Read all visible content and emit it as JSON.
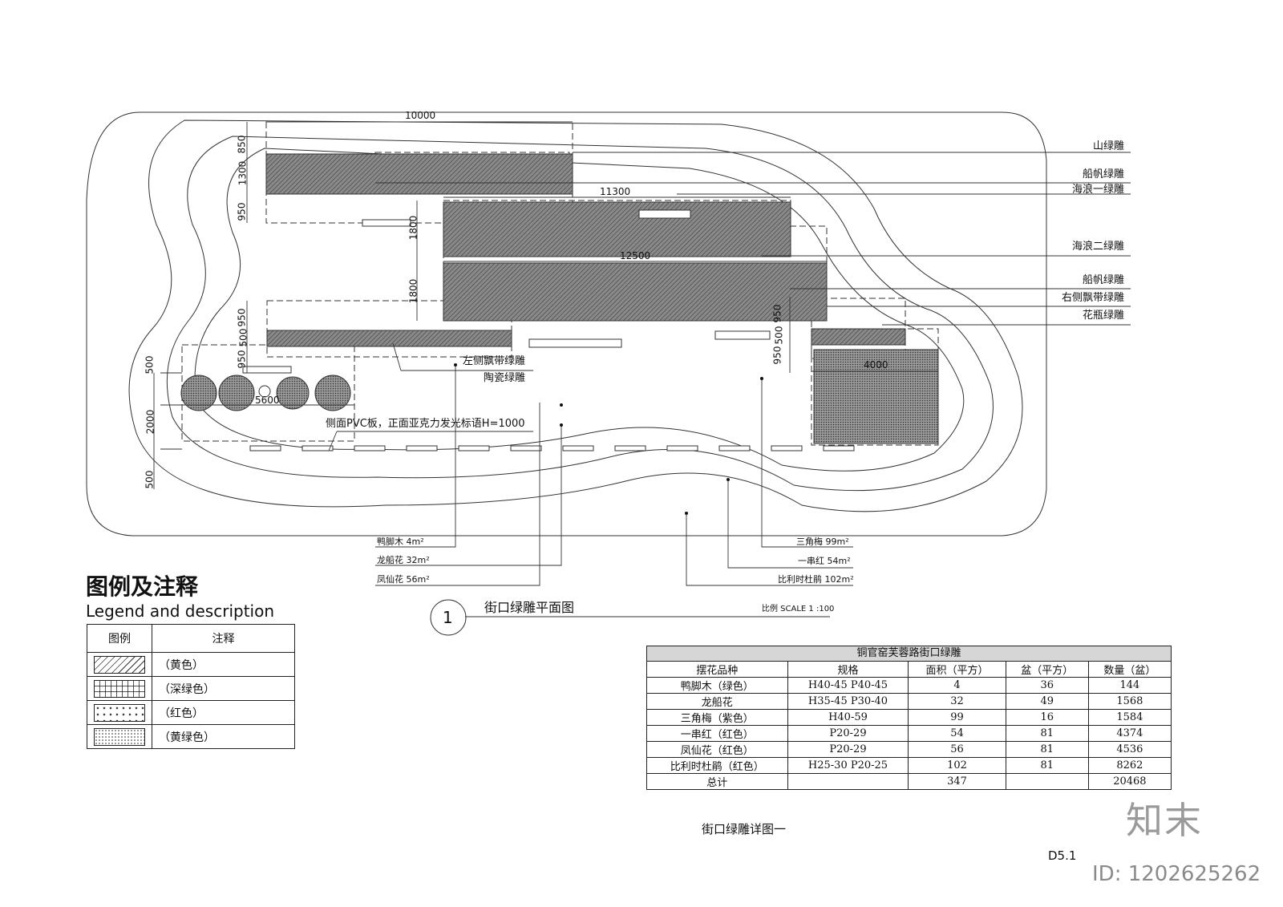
{
  "dimensions": {
    "d10000": "10000",
    "d11300": "11300",
    "d12500": "12500",
    "d4000": "4000",
    "d5600": "5600",
    "d850": "850",
    "d1300": "1300",
    "d950a": "950",
    "d1800a": "1800",
    "d1800b": "1800",
    "d950b": "950",
    "d500a": "500",
    "d950c": "950",
    "d950r1": "950",
    "d500r": "500",
    "d950r2": "950",
    "d500l1": "500",
    "d2000": "2000",
    "d500l2": "500"
  },
  "labels": {
    "mountain": "山绿雕",
    "sail1": "船帆绿雕",
    "wave1": "海浪一绿雕",
    "wave2": "海浪二绿雕",
    "sail2": "船帆绿雕",
    "right_ribbon": "右侧飘带绿雕",
    "vase": "花瓶绿雕",
    "left_ribbon": "左侧飘带绿雕",
    "ceramic": "陶瓷绿雕",
    "pvc_note": "侧面PVC板，正面亚克力发光标语H=1000"
  },
  "plant_callouts": {
    "left": [
      "鸭脚木 4m²",
      "龙船花 32m²",
      "凤仙花 56m²"
    ],
    "right": [
      "三角梅 99m²",
      "一串红 54m²",
      "比利时杜鹃 102m²"
    ]
  },
  "drawing": {
    "number": "1",
    "title": "街口绿雕平面图",
    "scale": "比例 SCALE 1 :100"
  },
  "legend": {
    "title": "图例及注释",
    "subtitle": "Legend and description",
    "col_symbol": "图例",
    "col_note": "注释",
    "rows": [
      "（黄色）",
      "（深绿色）",
      "（红色）",
      "（黄绿色）"
    ]
  },
  "quantity_table": {
    "caption": "铜官窑芙蓉路街口绿雕",
    "headers": [
      "摆花品种",
      "规格",
      "面积（平方）",
      "盆（平方）",
      "数量（盆）"
    ],
    "rows": [
      [
        "鸭脚木（绿色）",
        "H40-45 P40-45",
        "4",
        "36",
        "144"
      ],
      [
        "龙船花",
        "H35-45 P30-40",
        "32",
        "49",
        "1568"
      ],
      [
        "三角梅（紫色）",
        "H40-59",
        "99",
        "16",
        "1584"
      ],
      [
        "一串红（红色）",
        "P20-29",
        "54",
        "81",
        "4374"
      ],
      [
        "凤仙花（红色）",
        "P20-29",
        "56",
        "81",
        "4536"
      ],
      [
        "比利时杜鹃（红色）",
        "H25-30 P20-25",
        "102",
        "81",
        "8262"
      ],
      [
        "总计",
        "",
        "347",
        "",
        "20468"
      ]
    ]
  },
  "sheet": {
    "title": "街口绿雕详图一",
    "code": "D5.1"
  },
  "watermark": {
    "logo": "知末",
    "id": "ID: 1202625262"
  }
}
